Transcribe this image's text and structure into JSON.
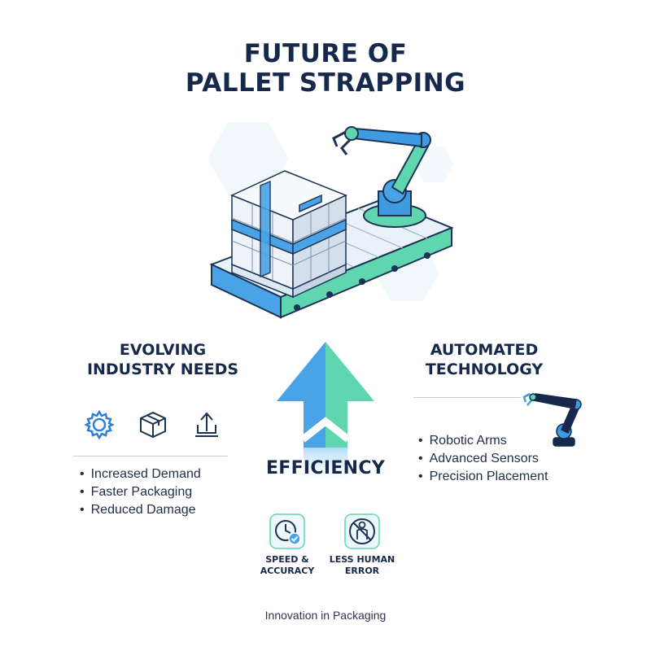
{
  "title": {
    "line1": "FUTURE OF",
    "line2": "PALLET STRAPPING"
  },
  "left": {
    "heading_line1": "EVOLVING",
    "heading_line2": "INDUSTRY NEEDS",
    "icons": [
      "gear-icon",
      "box-icon",
      "upload-icon"
    ],
    "bullets": [
      "Increased Demand",
      "Faster Packaging",
      "Reduced Damage"
    ]
  },
  "center": {
    "label": "EFFICIENCY",
    "benefits": [
      {
        "icon": "clock-check-icon",
        "line1": "SPEED &",
        "line2": "ACCURACY"
      },
      {
        "icon": "no-person-icon",
        "line1": "LESS HUMAN",
        "line2": "ERROR"
      }
    ]
  },
  "right": {
    "heading_line1": "AUTOMATED",
    "heading_line2": "TECHNOLOGY",
    "bullets": [
      "Robotic Arms",
      "Advanced Sensors",
      "Precision Placement"
    ]
  },
  "footer": "Innovation in Packaging",
  "colors": {
    "navy": "#16294d",
    "blue": "#3f9be0",
    "teal": "#5fd6b0",
    "light_blue": "#a9d8f6"
  }
}
